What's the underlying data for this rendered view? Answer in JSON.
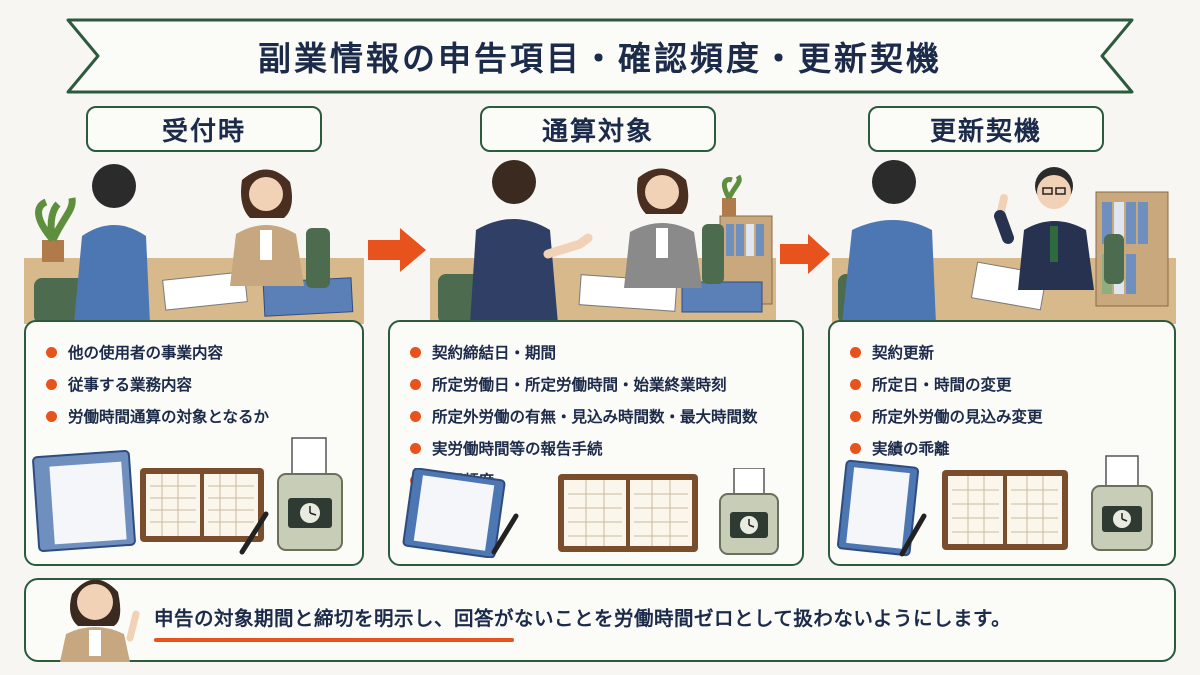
{
  "title": "副業情報の申告項目・確認頻度・更新契機",
  "columns": [
    {
      "label": "受付時",
      "items": [
        "他の使用者の事業内容",
        "従事する業務内容",
        "労働時間通算の対象となるか"
      ]
    },
    {
      "label": "通算対象",
      "items": [
        "契約締結日・期間",
        "所定労働日・所定労働時間・始業終業時刻",
        "所定外労働の有無・見込み時間数・最大時間数",
        "実労働時間等の報告手続",
        "確認頻度"
      ]
    },
    {
      "label": "更新契機",
      "items": [
        "契約更新",
        "所定日・時間の変更",
        "所定外労働の見込み変更",
        "実績の乖離"
      ]
    }
  ],
  "note": "申告の対象期間と締切を明示し、回答がないことを労働時間ゼロとして扱わないようにします。",
  "colors": {
    "frame_green": "#2c5a3c",
    "bullet_orange": "#e8521d",
    "text_navy": "#1d2b4a"
  }
}
